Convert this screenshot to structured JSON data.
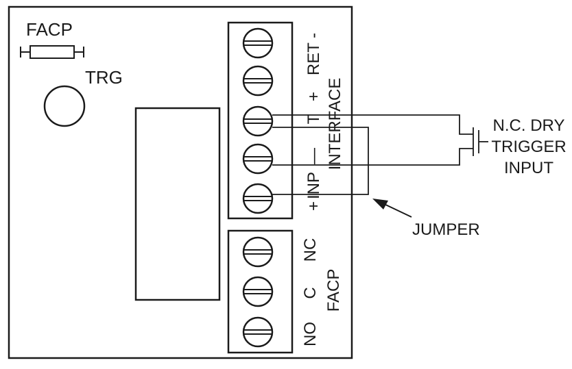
{
  "board": {
    "resistor_label": "FACP",
    "trigger_label": "TRG"
  },
  "interface_block": {
    "title": "INTERFACE",
    "top_label": "RET -",
    "terminal_labels": [
      "+",
      "T",
      "—",
      "INP",
      "+"
    ]
  },
  "facp_block": {
    "title": "FACP",
    "terminal_labels": [
      "NC",
      "C",
      "NO"
    ]
  },
  "callouts": {
    "input_line1": "N.C. DRY",
    "input_line2": "TRIGGER",
    "input_line3": "INPUT",
    "jumper": "JUMPER"
  },
  "colors": {
    "line": "#1a1a1a",
    "background": "#ffffff"
  }
}
